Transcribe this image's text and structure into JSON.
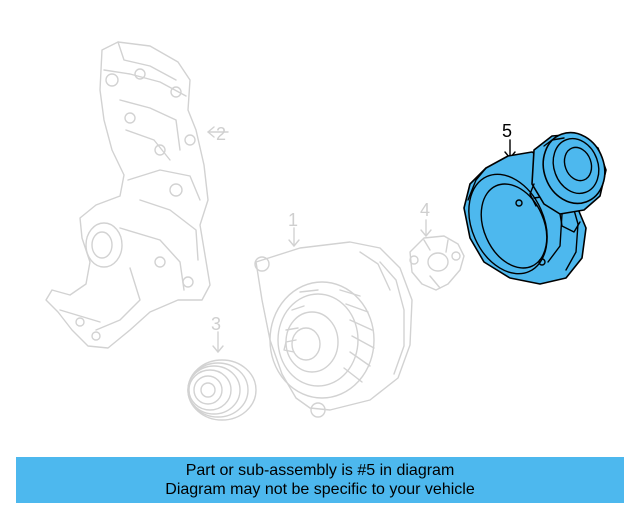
{
  "diagram": {
    "callouts": [
      "1",
      "2",
      "3",
      "4",
      "5"
    ],
    "highlighted_callout": "5",
    "highlight_color": "#4db8ee",
    "ghost_color": "#d2d2d2"
  },
  "banner": {
    "line1": "Part or sub-assembly is #5 in diagram",
    "line2": "Diagram may not be specific to your vehicle",
    "background": "#4db8ee"
  }
}
